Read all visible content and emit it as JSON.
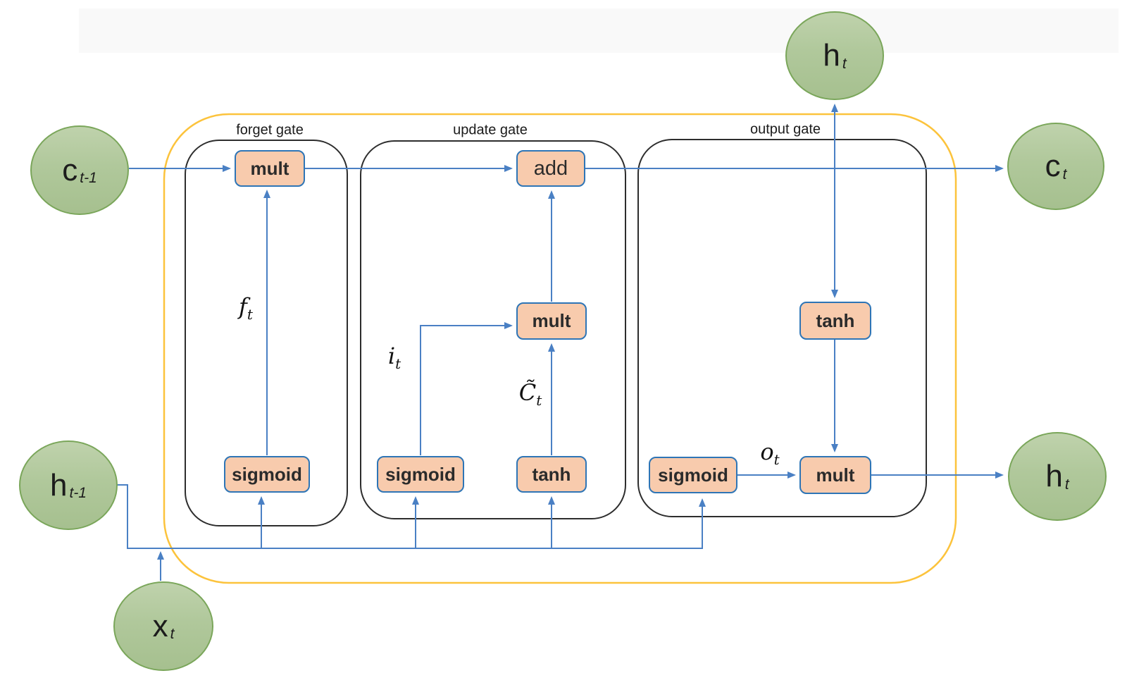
{
  "colors": {
    "node_fill_top": "#bfd2ac",
    "node_fill_bottom": "#a6c08f",
    "node_border_green": "#7aa65a",
    "op_fill_peach": "#f8cbad",
    "op_border_blue": "#2e75b6",
    "wire_blue": "#4a80c4",
    "outer_border_yellow": "#fcc33c",
    "gate_border_black": "#2d2d2d",
    "text_dark": "#1c1c1c",
    "top_band_gray": "#f9f9f9"
  },
  "nodes": {
    "c_prev": {
      "main": "c",
      "sub": "t-1"
    },
    "h_prev": {
      "main": "h",
      "sub": "t-1"
    },
    "x_input": {
      "main": "x",
      "sub": "t"
    },
    "h_out_top": {
      "main": "h",
      "sub": "t"
    },
    "c_out": {
      "main": "c",
      "sub": "t"
    },
    "h_out_right": {
      "main": "h",
      "sub": "t"
    }
  },
  "gates": {
    "forget": {
      "label": "forget gate",
      "mult": "mult",
      "sigmoid": "sigmoid"
    },
    "update": {
      "label": "update gate",
      "add": "add",
      "mult": "mult",
      "sigmoid": "sigmoid",
      "tanh": "tanh"
    },
    "output": {
      "label": "output gate",
      "sigmoid": "sigmoid",
      "tanh": "tanh",
      "mult": "mult"
    }
  },
  "signal_labels": {
    "forget_signal": {
      "main": "f",
      "sub": "t"
    },
    "input_signal": {
      "main": "i",
      "sub": "t"
    },
    "candidate_signal": {
      "main": "C̃",
      "sub": "t"
    },
    "output_signal": {
      "main": "o",
      "sub": "t"
    }
  }
}
